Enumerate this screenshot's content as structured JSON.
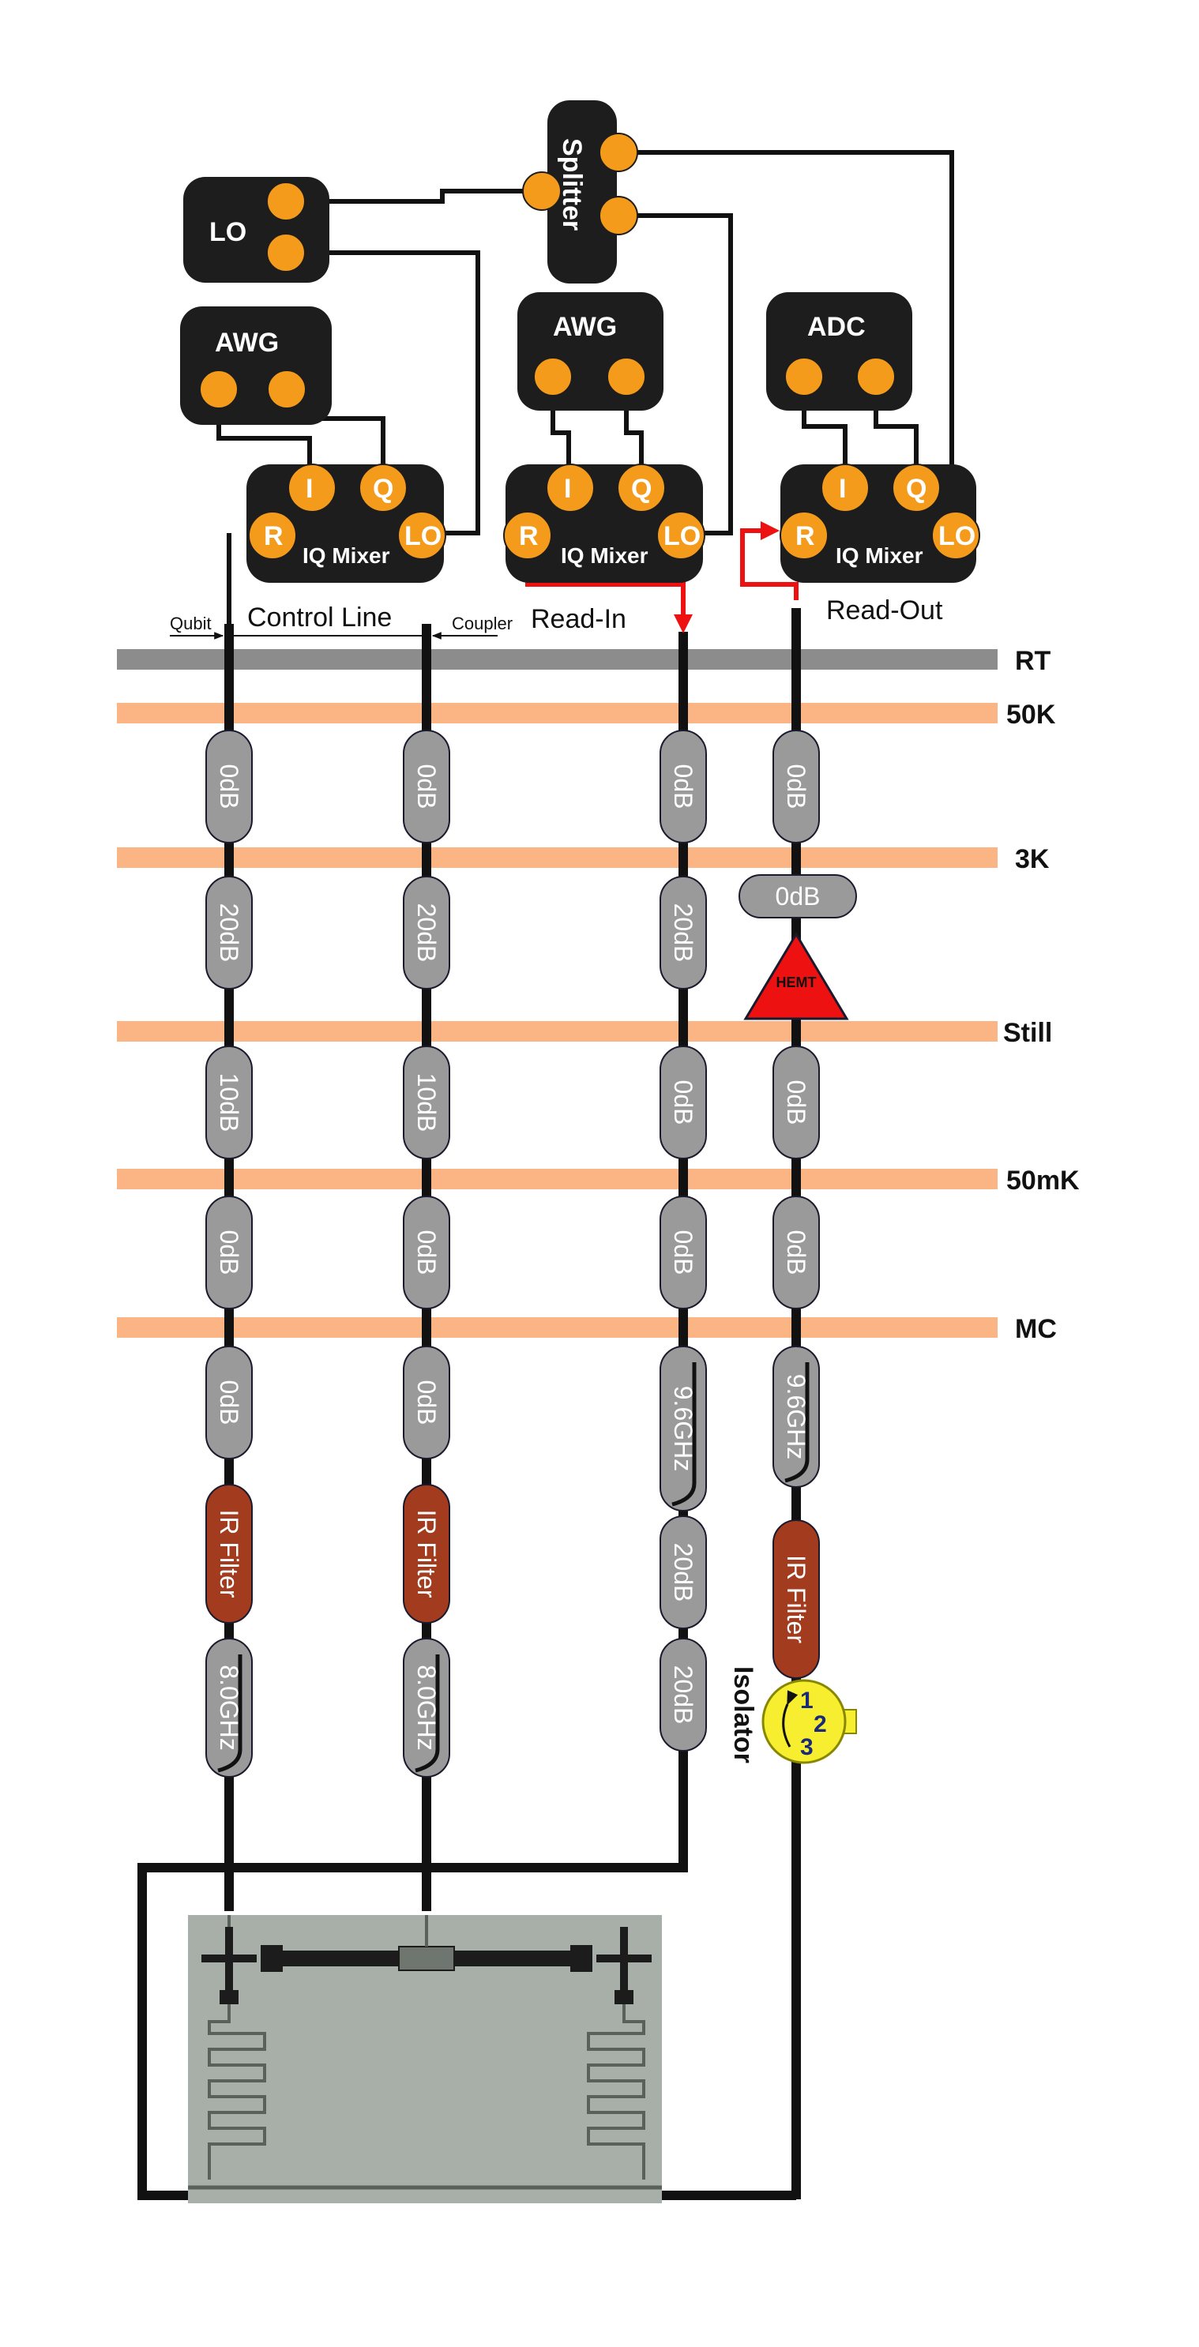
{
  "instruments": {
    "lo": {
      "label": "LO"
    },
    "splitter": {
      "label": "Splitter"
    },
    "awg_control": {
      "label": "AWG"
    },
    "awg_readin": {
      "label": "AWG"
    },
    "adc": {
      "label": "ADC"
    }
  },
  "mixer": {
    "label": "IQ Mixer",
    "ports": {
      "i": "I",
      "q": "Q",
      "r": "R",
      "lo": "LO"
    }
  },
  "line_labels": {
    "qubit": "Qubit",
    "control_line": "Control Line",
    "coupler": "Coupler",
    "read_in": "Read-In",
    "read_out": "Read-Out"
  },
  "stages": [
    {
      "label": "RT"
    },
    {
      "label": "50K"
    },
    {
      "label": "3K"
    },
    {
      "label": "Still"
    },
    {
      "label": "50mK"
    },
    {
      "label": "MC"
    }
  ],
  "components": {
    "qubit_line": [
      "0dB",
      "20dB",
      "10dB",
      "0dB",
      "0dB",
      "IR Filter",
      "8.0GHz"
    ],
    "coupler_line": [
      "0dB",
      "20dB",
      "10dB",
      "0dB",
      "0dB",
      "IR Filter",
      "8.0GHz"
    ],
    "readin_line": [
      "0dB",
      "20dB",
      "0dB",
      "0dB",
      "9.6GHz",
      "20dB",
      "20dB"
    ],
    "readout_line": [
      "0dB",
      "0dB",
      "0dB",
      "0dB",
      "9.6GHz",
      "IR Filter"
    ]
  },
  "hemt": {
    "label": "HEMT"
  },
  "isolator": {
    "label": "Isolator",
    "ports": [
      "1",
      "2",
      "3"
    ]
  },
  "colors": {
    "instrument": "#1d1d1d",
    "port": "#f59b1c",
    "pill": "#9a9a9a",
    "ir_filter": "#a33c1f",
    "stage_band": "#fbb585",
    "rt_band": "#8c8c8c",
    "hemt": "#ee1111",
    "isolator": "#f6ee2e",
    "arrow": "#ee1111",
    "chip": "#a8aea8"
  }
}
